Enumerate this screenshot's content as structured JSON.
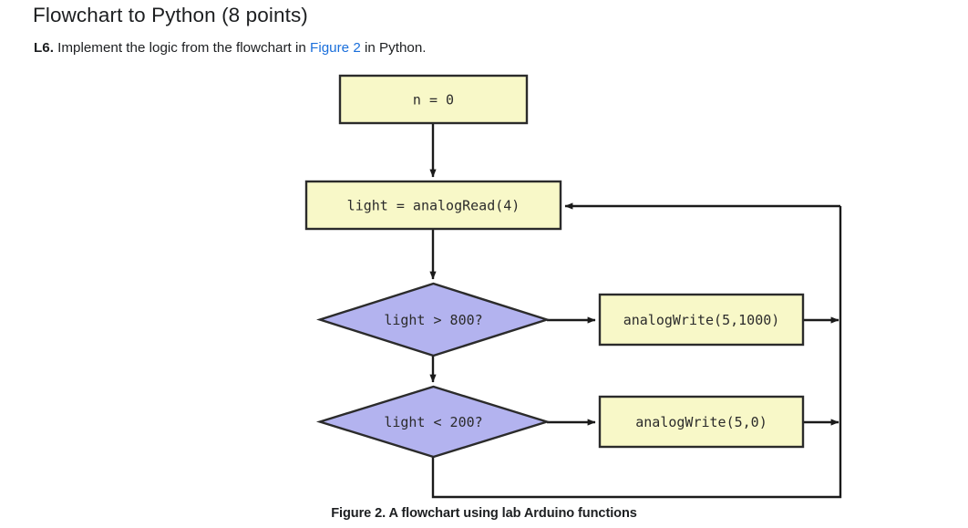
{
  "header": {
    "title": "Flowchart to Python (8 points)"
  },
  "prompt": {
    "label": "L6.",
    "text_before": " Implement the logic from the flowchart in ",
    "link_text": "Figure 2",
    "text_after": " in Python.",
    "link_color": "#1a6fdb"
  },
  "figure": {
    "caption": "Figure 2. A flowchart using lab Arduino functions",
    "colors": {
      "process_fill": "#f8f8c8",
      "decision_fill": "#b3b3ef",
      "stroke": "#2b2b2b",
      "text": "#2b2b2b"
    },
    "nodes": {
      "init": {
        "label": "n = 0",
        "shape": "process"
      },
      "read": {
        "label": "light = analogRead(4)",
        "shape": "process"
      },
      "cond_high": {
        "label": "light > 800?",
        "shape": "decision"
      },
      "cond_low": {
        "label": "light < 200?",
        "shape": "decision"
      },
      "write_high": {
        "label": "analogWrite(5,1000)",
        "shape": "process"
      },
      "write_low": {
        "label": "analogWrite(5,0)",
        "shape": "process"
      }
    }
  }
}
